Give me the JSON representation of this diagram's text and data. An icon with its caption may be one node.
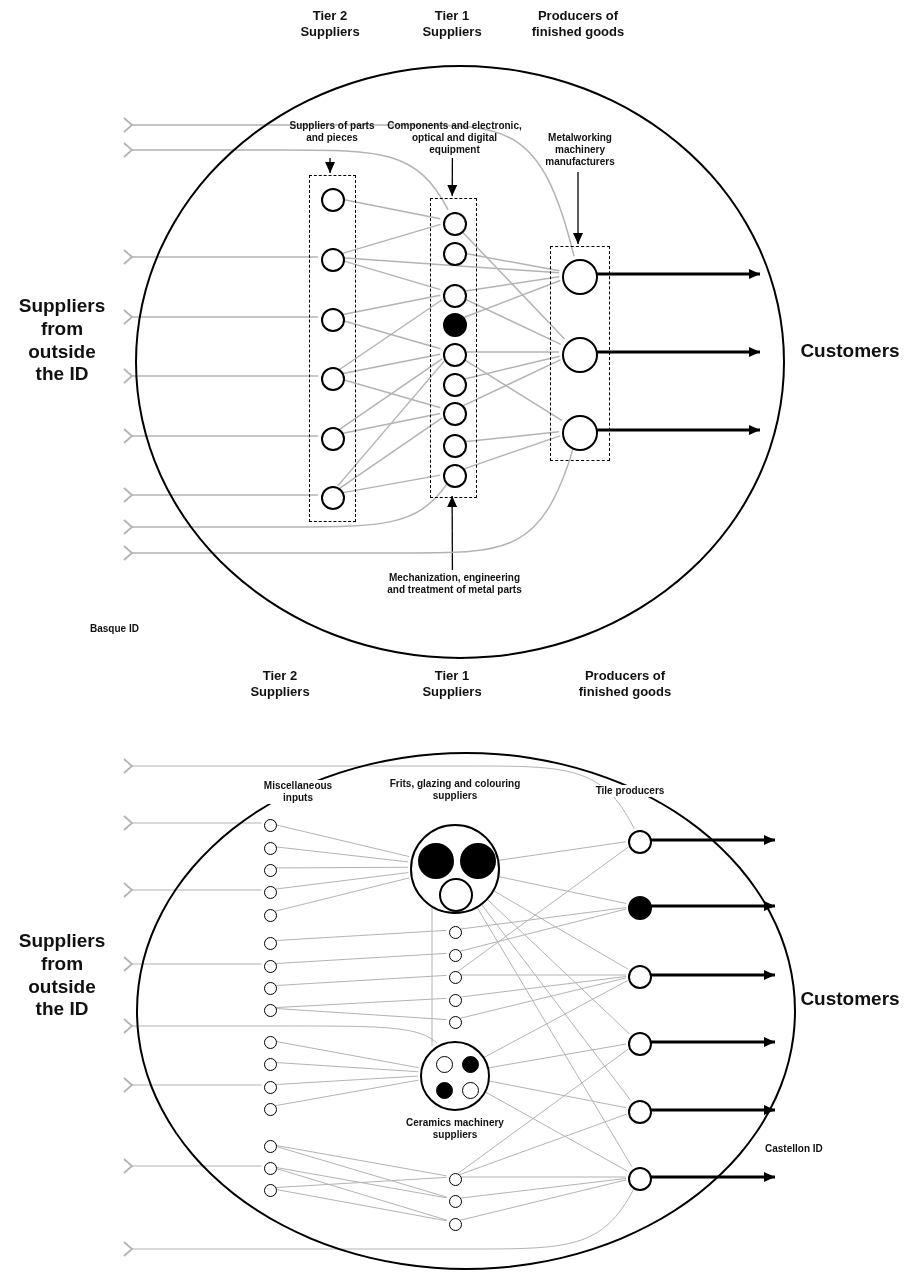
{
  "diagram": {
    "nodes": [
      {
        "text": [],
        "shape": "circle",
        "beside": [
          "Basque ID"
        ]
      },
      {
        "text": [
          "Suppliers of parts and pieces"
        ],
        "in": 0
      },
      {
        "text": [],
        "shape": "box",
        "in": 0
      },
      {
        "text": [],
        "shape": "circle",
        "in": 2
      },
      {
        "text": [],
        "shape": "circle",
        "in": 2
      },
      {
        "text": [],
        "shape": "circle",
        "in": 2
      },
      {
        "text": [],
        "shape": "circle",
        "in": 2
      },
      {
        "text": [],
        "shape": "circle",
        "in": 2
      },
      {
        "text": [],
        "shape": "circle",
        "in": 2
      },
      {
        "text": [
          "Components and electronic, optical and digital equipment"
        ],
        "in": 0
      },
      {
        "text": [],
        "shape": "box",
        "in": 0
      },
      {
        "text": [],
        "shape": "circle",
        "in": 10
      },
      {
        "text": [],
        "shape": "circle",
        "in": 10
      },
      {
        "text": [],
        "shape": "circle",
        "in": 10
      },
      {
        "text": [],
        "shape": "circle",
        "in": 10
      },
      {
        "text": [],
        "shape": "circle",
        "in": 10
      },
      {
        "text": [],
        "shape": "circle",
        "in": 10
      },
      {
        "text": [],
        "shape": "circle",
        "in": 10
      },
      {
        "text": [],
        "shape": "circle",
        "in": 10
      },
      {
        "text": [],
        "shape": "circle",
        "in": 10
      },
      {
        "text": [
          "Metalworking machinery manufacturers"
        ],
        "in": 0
      },
      {
        "text": [],
        "shape": "box",
        "in": 0
      },
      {
        "text": [],
        "shape": "circle",
        "in": 21
      },
      {
        "text": [],
        "shape": "circle",
        "in": 21
      },
      {
        "text": [],
        "shape": "circle",
        "in": 21
      },
      {
        "text": [
          "Mechanization, engineering and treatment of metal parts"
        ],
        "in": 0
      },
      {
        "text": [],
        "shape": "circle",
        "beside": [
          "Castellon ID"
        ]
      },
      {
        "text": [],
        "shape": "circle",
        "in": 26
      },
      {
        "text": [],
        "shape": "circle",
        "in": 26
      },
      {
        "text": [],
        "shape": "circle",
        "in": 26
      },
      {
        "text": [],
        "shape": "circle",
        "in": 26
      },
      {
        "text": [],
        "shape": "circle",
        "in": 26
      },
      {
        "text": [],
        "shape": "circle",
        "in": 26
      },
      {
        "text": [],
        "shape": "circle",
        "in": 26
      },
      {
        "text": [],
        "shape": "circle",
        "in": 26
      },
      {
        "text": [],
        "shape": "circle",
        "in": 26
      },
      {
        "text": [],
        "shape": "circle",
        "in": 26
      },
      {
        "text": [],
        "shape": "circle",
        "in": 26
      },
      {
        "text": [],
        "shape": "circle",
        "in": 26
      },
      {
        "text": [],
        "shape": "circle",
        "in": 26
      },
      {
        "text": [],
        "shape": "circle",
        "in": 26
      },
      {
        "text": [],
        "shape": "circle",
        "in": 26
      },
      {
        "text": [],
        "shape": "circle",
        "in": 26
      },
      {
        "text": [
          "Frits, glazing and colouring suppliers"
        ],
        "in": 26
      },
      {
        "text": [],
        "shape": "circle",
        "in": 43
      },
      {
        "text": [],
        "shape": "circle",
        "in": 43
      },
      {
        "text": [],
        "shape": "circle",
        "in": 43
      },
      {
        "text": [],
        "shape": "circle",
        "in": 26
      },
      {
        "text": [],
        "shape": "circle",
        "in": 26
      },
      {
        "text": [],
        "shape": "circle",
        "in": 26
      },
      {
        "text": [],
        "shape": "circle",
        "in": 26
      },
      {
        "text": [],
        "shape": "circle",
        "in": 26
      },
      {
        "text": [
          "Ceramics machinery suppliers"
        ],
        "in": 26
      },
      {
        "text": [],
        "shape": "circle",
        "in": 52
      },
      {
        "text": [],
        "shape": "circle",
        "in": 52
      },
      {
        "text": [],
        "shape": "circle",
        "in": 52
      },
      {
        "text": [],
        "shape": "circle",
        "in": 52
      },
      {
        "text": [],
        "shape": "circle",
        "in": 26
      },
      {
        "text": [],
        "shape": "circle",
        "in": 26
      },
      {
        "text": [],
        "shape": "circle",
        "in": 26
      },
      {
        "text": [],
        "shape": "circle",
        "in": 26
      },
      {
        "text": [],
        "shape": "circle",
        "in": 26
      },
      {
        "text": [],
        "shape": "circle",
        "in": 26
      },
      {
        "text": [],
        "shape": "circle",
        "in": 26
      },
      {
        "text": [],
        "shape": "circle",
        "in": 26
      },
      {
        "text": [],
        "shape": "circle",
        "in": 26
      }
    ],
    "edges": [
      {
        "from": 1,
        "to": 2,
        "arrow": "to",
        "color": "#000000"
      },
      {
        "from": 9,
        "to": 10,
        "arrow": "to",
        "color": "#000000"
      },
      {
        "from": 20,
        "to": 21,
        "arrow": "to",
        "color": "#000000"
      },
      {
        "from": 25,
        "to": 10,
        "arrow": "to",
        "color": "#000000"
      },
      {
        "from": null,
        "to": 22,
        "arrow": "other"
      },
      {
        "from": null,
        "to": 11,
        "arrow": "other"
      },
      {
        "from": null,
        "to": 4,
        "arrow": "other"
      },
      {
        "from": null,
        "to": 5,
        "arrow": "other"
      },
      {
        "from": null,
        "to": 6,
        "arrow": "other"
      },
      {
        "from": null,
        "to": 7,
        "arrow": "other"
      },
      {
        "from": null,
        "to": 8,
        "arrow": "other"
      },
      {
        "from": null,
        "to": 19,
        "arrow": "other"
      },
      {
        "from": null,
        "to": 24,
        "arrow": "other"
      },
      {
        "from": 3,
        "to": 11,
        "arrow": "none"
      },
      {
        "from": 4,
        "to": 11,
        "arrow": "none"
      },
      {
        "from": 4,
        "to": 22,
        "arrow": "none"
      },
      {
        "from": 4,
        "to": 13,
        "arrow": "none"
      },
      {
        "from": 5,
        "to": 13,
        "arrow": "none"
      },
      {
        "from": 5,
        "to": 15,
        "arrow": "none"
      },
      {
        "from": 6,
        "to": 13,
        "arrow": "none"
      },
      {
        "from": 6,
        "to": 15,
        "arrow": "none"
      },
      {
        "from": 6,
        "to": 17,
        "arrow": "none"
      },
      {
        "from": 7,
        "to": 15,
        "arrow": "none"
      },
      {
        "from": 7,
        "to": 17,
        "arrow": "none"
      },
      {
        "from": 8,
        "to": 15,
        "arrow": "none"
      },
      {
        "from": 8,
        "to": 17,
        "arrow": "none"
      },
      {
        "from": 8,
        "to": 19,
        "arrow": "none"
      },
      {
        "from": 11,
        "to": 23,
        "arrow": "none"
      },
      {
        "from": 12,
        "to": 22,
        "arrow": "none"
      },
      {
        "from": 13,
        "to": 22,
        "arrow": "none"
      },
      {
        "from": 13,
        "to": 23,
        "arrow": "none"
      },
      {
        "from": 14,
        "to": 22,
        "arrow": "none"
      },
      {
        "from": 15,
        "to": 23,
        "arrow": "none"
      },
      {
        "from": 15,
        "to": 24,
        "arrow": "none"
      },
      {
        "from": 16,
        "to": 23,
        "arrow": "none"
      },
      {
        "from": 17,
        "to": 23,
        "arrow": "none"
      },
      {
        "from": 18,
        "to": 24,
        "arrow": "none"
      },
      {
        "from": 19,
        "to": 24,
        "arrow": "none"
      },
      {
        "from": 22,
        "to": null,
        "arrow": "to",
        "style": "thick",
        "color": "#000000"
      },
      {
        "from": 23,
        "to": null,
        "arrow": "to",
        "style": "thick",
        "color": "#000000"
      },
      {
        "from": 24,
        "to": null,
        "arrow": "to",
        "style": "thick",
        "color": "#000000"
      },
      {
        "from": null,
        "to": 60,
        "arrow": "other"
      },
      {
        "from": null,
        "to": 27,
        "arrow": "other"
      },
      {
        "from": null,
        "to": 30,
        "arrow": "other"
      },
      {
        "from": null,
        "to": 33,
        "arrow": "other"
      },
      {
        "from": null,
        "to": 52,
        "arrow": "other"
      },
      {
        "from": null,
        "to": 38,
        "arrow": "other"
      },
      {
        "from": null,
        "to": 41,
        "arrow": "other"
      },
      {
        "from": null,
        "to": 65,
        "arrow": "other"
      },
      {
        "from": 27,
        "to": 43,
        "arrow": "none"
      },
      {
        "from": 28,
        "to": 43,
        "arrow": "none"
      },
      {
        "from": 29,
        "to": 43,
        "arrow": "none"
      },
      {
        "from": 30,
        "to": 43,
        "arrow": "none"
      },
      {
        "from": 31,
        "to": 43,
        "arrow": "none"
      },
      {
        "from": 32,
        "to": 47,
        "arrow": "none"
      },
      {
        "from": 33,
        "to": 48,
        "arrow": "none"
      },
      {
        "from": 34,
        "to": 49,
        "arrow": "none"
      },
      {
        "from": 35,
        "to": 50,
        "arrow": "none"
      },
      {
        "from": 35,
        "to": 51,
        "arrow": "none"
      },
      {
        "from": 36,
        "to": 52,
        "arrow": "none"
      },
      {
        "from": 37,
        "to": 52,
        "arrow": "none"
      },
      {
        "from": 38,
        "to": 52,
        "arrow": "none"
      },
      {
        "from": 39,
        "to": 52,
        "arrow": "none"
      },
      {
        "from": 40,
        "to": 57,
        "arrow": "none"
      },
      {
        "from": 40,
        "to": 58,
        "arrow": "none"
      },
      {
        "from": 41,
        "to": 58,
        "arrow": "none"
      },
      {
        "from": 41,
        "to": 59,
        "arrow": "none"
      },
      {
        "from": 42,
        "to": 57,
        "arrow": "none"
      },
      {
        "from": 42,
        "to": 59,
        "arrow": "none"
      },
      {
        "from": 43,
        "to": 52,
        "arrow": "none"
      },
      {
        "from": 43,
        "to": 60,
        "arrow": "none"
      },
      {
        "from": 43,
        "to": 61,
        "arrow": "none"
      },
      {
        "from": 43,
        "to": 62,
        "arrow": "none"
      },
      {
        "from": 43,
        "to": 63,
        "arrow": "none"
      },
      {
        "from": 43,
        "to": 64,
        "arrow": "none"
      },
      {
        "from": 43,
        "to": 65,
        "arrow": "none"
      },
      {
        "from": 47,
        "to": 61,
        "arrow": "none"
      },
      {
        "from": 48,
        "to": 61,
        "arrow": "none"
      },
      {
        "from": 49,
        "to": 60,
        "arrow": "none"
      },
      {
        "from": 49,
        "to": 62,
        "arrow": "none"
      },
      {
        "from": 50,
        "to": 62,
        "arrow": "none"
      },
      {
        "from": 51,
        "to": 62,
        "arrow": "none"
      },
      {
        "from": 52,
        "to": 62,
        "arrow": "none"
      },
      {
        "from": 52,
        "to": 63,
        "arrow": "none"
      },
      {
        "from": 52,
        "to": 64,
        "arrow": "none"
      },
      {
        "from": 52,
        "to": 65,
        "arrow": "none"
      },
      {
        "from": 57,
        "to": 63,
        "arrow": "none"
      },
      {
        "from": 57,
        "to": 64,
        "arrow": "none"
      },
      {
        "from": 57,
        "to": 65,
        "arrow": "none"
      },
      {
        "from": 58,
        "to": 65,
        "arrow": "none"
      },
      {
        "from": 59,
        "to": 65,
        "arrow": "none"
      },
      {
        "from": 60,
        "to": null,
        "arrow": "to",
        "style": "thick",
        "color": "#000000"
      },
      {
        "from": 61,
        "to": null,
        "arrow": "to",
        "style": "thick",
        "color": "#000000"
      },
      {
        "from": 62,
        "to": null,
        "arrow": "to",
        "style": "thick",
        "color": "#000000"
      },
      {
        "from": 63,
        "to": null,
        "arrow": "to",
        "style": "thick",
        "color": "#000000"
      },
      {
        "from": 64,
        "to": null,
        "arrow": "to",
        "style": "thick",
        "color": "#000000"
      },
      {
        "from": 65,
        "to": null,
        "arrow": "to",
        "style": "thick",
        "color": "#000000"
      }
    ],
    "labels": [
      "Tier 2 Suppliers",
      "Tier 1 Suppliers",
      "Producers of finished goods",
      "Suppliers from outside the ID",
      "Customers",
      "Tier 2 Suppliers",
      "Tier 1 Suppliers",
      "Producers of finished goods",
      "Miscellaneous inputs",
      "Tile producers",
      "Suppliers from outside the ID",
      "Customers"
    ]
  }
}
